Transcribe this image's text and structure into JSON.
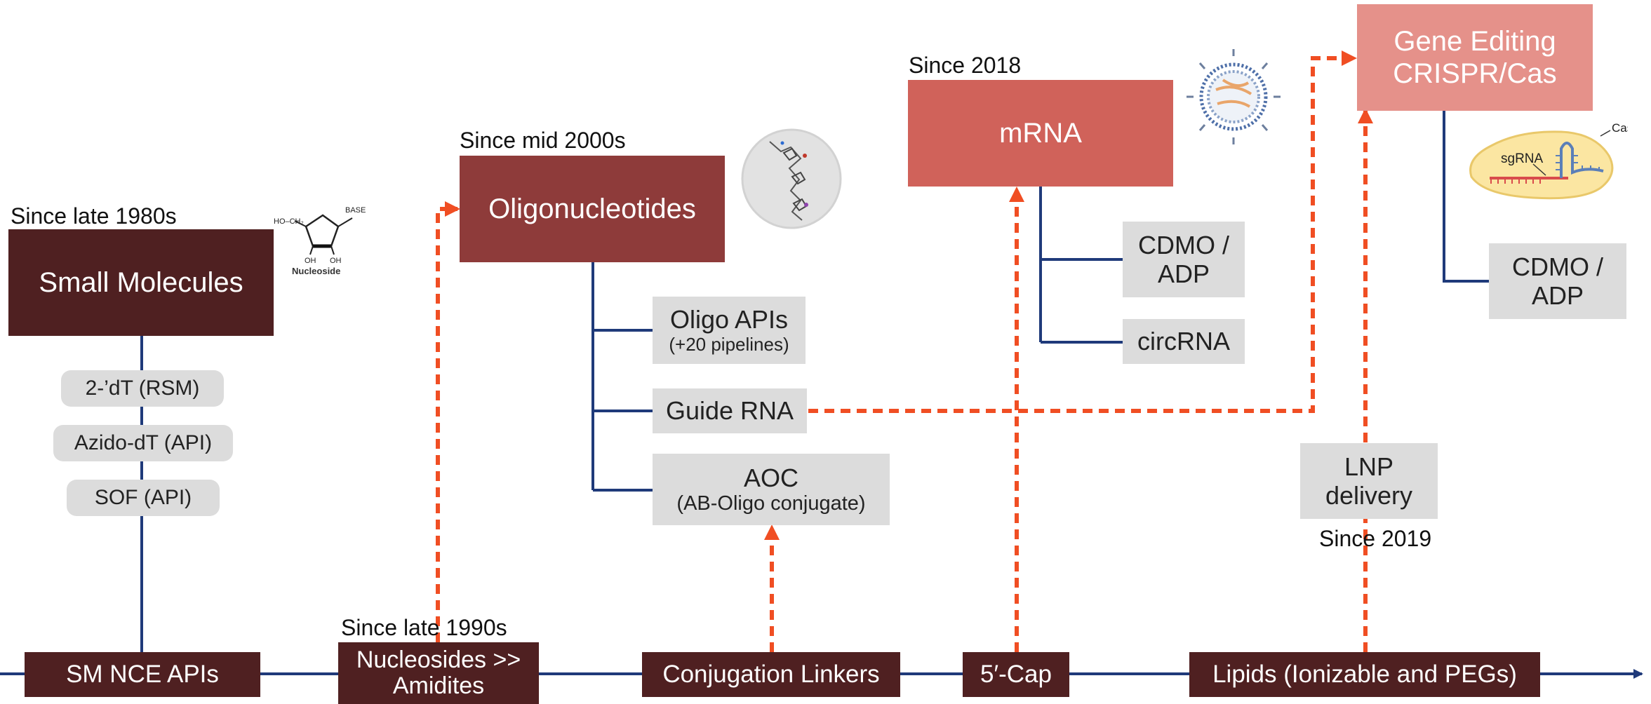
{
  "colors": {
    "dark": "#4f2021",
    "oligo": "#8e3b3a",
    "mrna": "#d0625a",
    "gene": "#e5918a",
    "grey_box": "#dcdcdc",
    "line_blue": "#1f3a7a",
    "arrow_orange": "#f04e23"
  },
  "since": {
    "small_molecules": "Since late 1980s",
    "oligos": "Since mid 2000s",
    "mrna": "Since 2018",
    "nucleosides": "Since late 1990s",
    "lnp": "Since 2019"
  },
  "platforms": {
    "small_molecules": "Small Molecules",
    "oligonucleotides": "Oligonucleotides",
    "mrna": "mRNA",
    "gene_editing_line1": "Gene Editing",
    "gene_editing_line2": "CRISPR/Cas"
  },
  "sm_products": [
    "2-’dT (RSM)",
    "Azido-dT (API)",
    "SOF (API)"
  ],
  "oligo_products": {
    "oligo_apis": "Oligo APIs",
    "oligo_apis_sub": "(+20 pipelines)",
    "guide_rna": "Guide RNA",
    "aoc": "AOC",
    "aoc_sub": "(AB-Oligo conjugate)"
  },
  "mrna_products": {
    "cdmo_line1": "CDMO /",
    "cdmo_line2": "ADP",
    "circrna": "circRNA"
  },
  "gene_products": {
    "cdmo_line1": "CDMO /",
    "cdmo_line2": "ADP",
    "lnp_line1": "LNP",
    "lnp_line2": "delivery"
  },
  "timeline": {
    "sm_nce": "SM NCE APIs",
    "nucleosides_line1": "Nucleosides >>",
    "nucleosides_line2": "Amidites",
    "linkers": "Conjugation Linkers",
    "cap": "5′-Cap",
    "lipids": "Lipids (Ionizable and PEGs)"
  },
  "illustrations": {
    "nucleoside_label": "Nucleoside",
    "nucleoside_base": "BASE",
    "nucleoside_ho": "HO–CH₂",
    "nucleoside_oh1": "OH",
    "nucleoside_oh2": "OH",
    "sgrna_label": "sgRNA",
    "cas_label": "Cas"
  },
  "icons": {
    "oligo_structure": "oligo-structure-icon",
    "lipid_nanoparticle": "lipid-nanoparticle-icon",
    "crispr_cas": "crispr-cas-icon",
    "nucleoside": "nucleoside-structure-icon"
  }
}
